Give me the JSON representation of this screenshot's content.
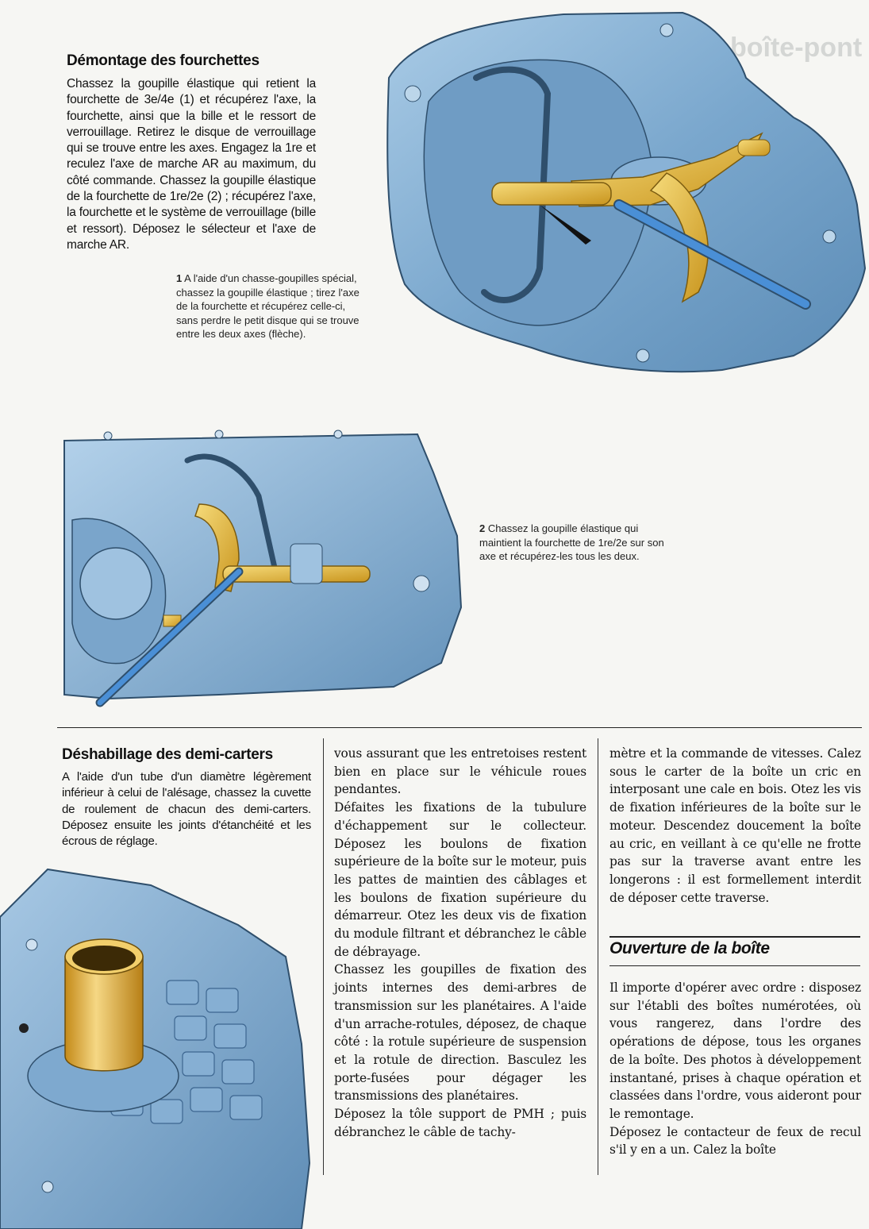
{
  "section1": {
    "heading": "Démontage des fourchettes",
    "body": "Chassez la goupille élastique qui retient la fourchette de 3e/4e (1) et récupérez l'axe, la fourchette, ainsi que la bille et le ressort de verrouillage. Retirez le disque de verrouillage qui se trouve entre les axes. Engagez la 1re et reculez l'axe de marche AR au maximum, du côté commande. Chassez la goupille élastique de la fourchette de 1re/2e (2) ; récupérez l'axe, la fourchette et le système de verrouillage (bille et ressort). Déposez le sélecteur et l'axe de marche AR."
  },
  "caption1": {
    "num": "1",
    "text": "A l'aide d'un chasse-goupilles spécial, chassez la goupille élastique ; tirez l'axe de la fourchette et récupérez celle-ci, sans perdre le petit disque qui se trouve entre les deux axes (flèche)."
  },
  "caption2": {
    "num": "2",
    "text": "Chassez la goupille élastique qui maintient la fourchette de 1re/2e sur son axe et récupérez-les tous les deux."
  },
  "section2": {
    "heading": "Déshabillage des demi-carters",
    "body": "A l'aide d'un tube d'un diamètre légèrement inférieur à celui de l'alésage, chassez la cuvette de roulement de chacun des demi-carters. Déposez ensuite les joints d'étanchéité et les écrous de réglage."
  },
  "col_middle": [
    "vous assurant que les entretoises restent bien en place sur le véhicule roues pendantes.",
    "Défaites les fixations de la tubulure d'échappement sur le collecteur. Déposez les boulons de fixation supérieure de la boîte sur le moteur, puis les pattes de maintien des câblages et les boulons de fixation supérieure du démarreur. Otez les deux vis de fixation du module filtrant et débranchez le câble de débrayage.",
    "Chassez les goupilles de fixation des joints internes des demi-arbres de transmission sur les planétaires. A l'aide d'un arrache-rotules, déposez, de chaque côté : la rotule supérieure de suspension et la rotule de direction. Basculez les porte-fusées pour dégager les transmissions des planétaires.",
    "Déposez la tôle support de PMH ; puis débranchez le câble de tachy-"
  ],
  "col_right": [
    "mètre et la commande de vitesses. Calez sous le carter de la boîte un cric en interposant une cale en bois. Otez les vis de fixation inférieures de la boîte sur le moteur. Descendez doucement la boîte au cric, en veillant à ce qu'elle ne frotte pas sur la traverse avant entre les longerons : il est formellement interdit de déposer cette traverse."
  ],
  "section3": {
    "heading": "Ouverture de la boîte",
    "paragraphs": [
      "Il importe d'opérer avec ordre : disposez sur l'établi des boîtes numérotées, où vous rangerez, dans l'ordre des opérations de dépose, tous les organes de la boîte. Des photos à développement instantané, prises à chaque opération et classées dans l'ordre, vous aideront pour le remontage.",
      "Déposez le contacteur de feux de recul s'il y en a un. Calez la boîte"
    ]
  },
  "bleed_through_top": "boîte-pont",
  "illustrations": {
    "fig1": "gearbox-fork-illustration",
    "fig2": "fork-axle-illustration",
    "fig3": "half-casing-bearing-illustration"
  },
  "colors": {
    "casing_blue": "#8fb6d8",
    "casing_dark": "#4d7ea8",
    "gold": "#e6b640",
    "rod_blue": "#3f82cf"
  }
}
